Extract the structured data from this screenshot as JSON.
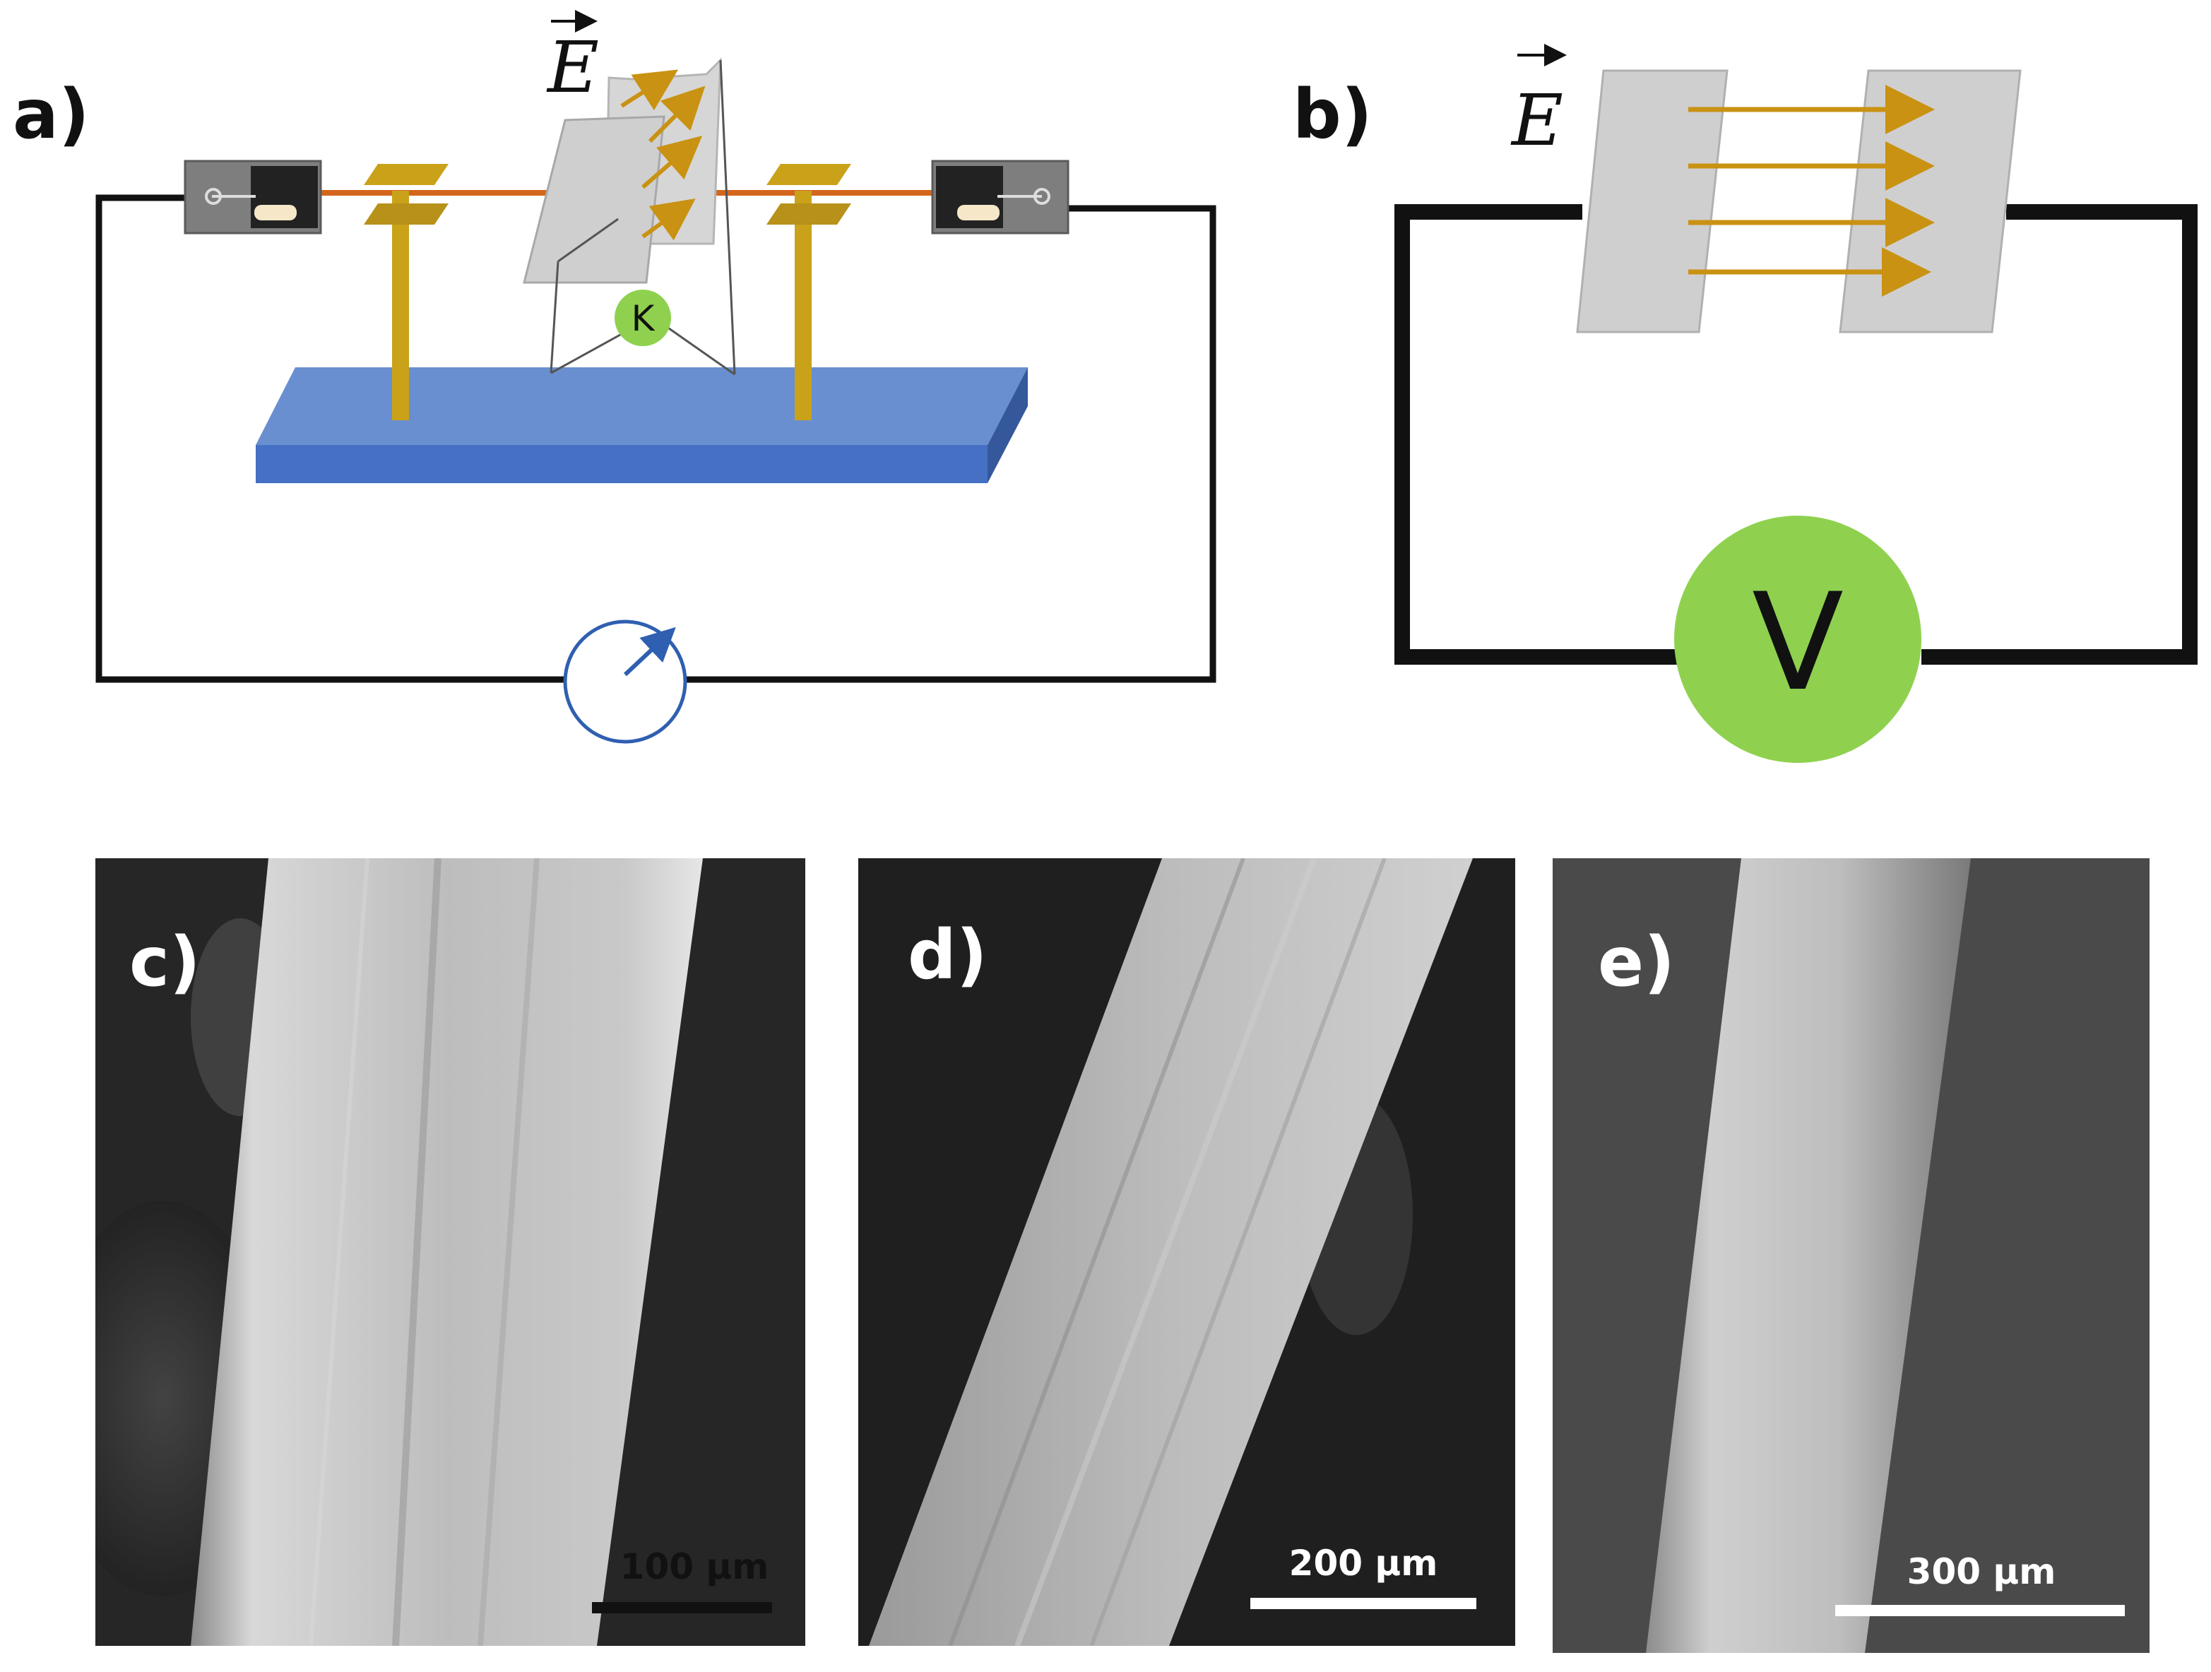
{
  "panels": {
    "a": {
      "label": "a)",
      "field_label": "E",
      "probe_label": "K"
    },
    "b": {
      "label": "b)",
      "field_label": "E",
      "meter_label": "V"
    },
    "c": {
      "label": "c)",
      "scale_bar": "100 µm"
    },
    "d": {
      "label": "d)",
      "scale_bar": "200 µm"
    },
    "e": {
      "label": "e)",
      "scale_bar": "300 µm"
    }
  },
  "colors": {
    "wire": "#111111",
    "fiber": "#d4651c",
    "support": "#c9a21a",
    "base_top": "#6a8fd0",
    "base_front": "#4570c4",
    "plate": "#cfcfcf",
    "field_arrow": "#c99212",
    "probe": "#8fd14f",
    "ammeter": "#2f5fb0",
    "voltmeter": "#8fd14f"
  },
  "icons": [
    "clamp-icon",
    "ammeter-icon",
    "voltmeter-icon",
    "probe-icon"
  ]
}
